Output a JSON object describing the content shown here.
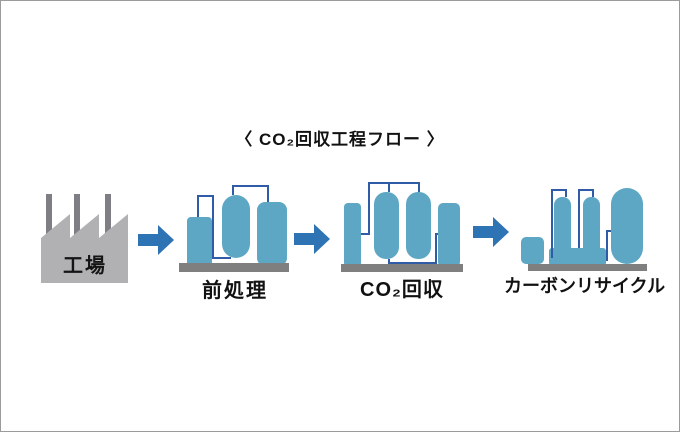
{
  "title": "〈 CO₂回収工程フロー 〉",
  "flow": {
    "source": {
      "label": "工場"
    },
    "steps": [
      {
        "label": "前処理"
      },
      {
        "label": "CO₂回収"
      },
      {
        "label": "カーボンリサイクル"
      }
    ]
  },
  "icons": {
    "source": "factory-icon",
    "connector": "arrow-right-icon",
    "steps": [
      "pretreatment-plant-icon",
      "co2-capture-plant-icon",
      "carbon-recycle-plant-icon"
    ]
  },
  "colors": {
    "background": "#FFFFFF",
    "border": "#9B9B9B",
    "text": "#111111",
    "arrow": "#2E74B5",
    "vessel": "#5EA7C4",
    "pipe": "#2F5BA7",
    "platform": "#7F7F7F",
    "factory_body": "#B1B1B4",
    "chimney": "#7E7E84"
  }
}
